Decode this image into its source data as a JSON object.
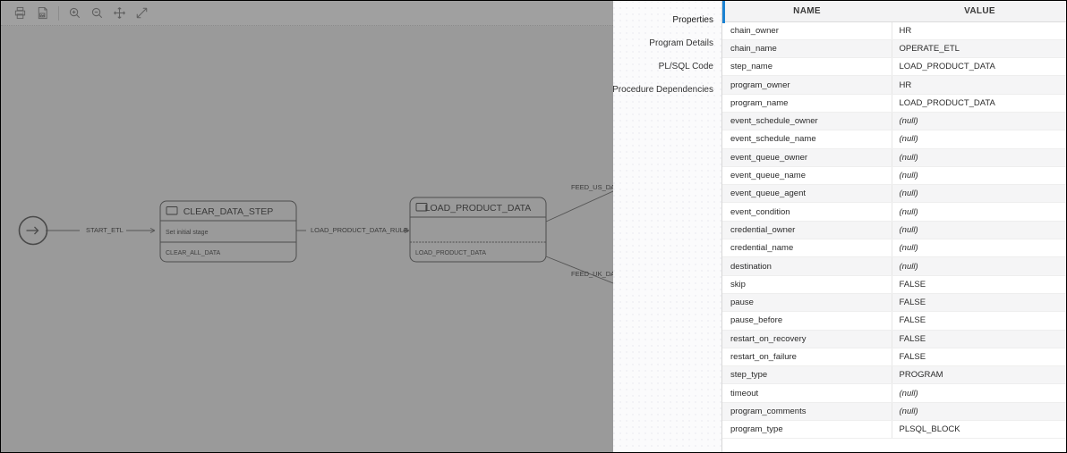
{
  "toolbar": {
    "buttons": [
      {
        "name": "print-icon",
        "label": "Print"
      },
      {
        "name": "save-image-icon",
        "label": "Save as Image"
      },
      {
        "name": "zoom-in-icon",
        "label": "Zoom In"
      },
      {
        "name": "zoom-out-icon",
        "label": "Zoom Out"
      },
      {
        "name": "pan-icon",
        "label": "Pan"
      },
      {
        "name": "fit-screen-icon",
        "label": "Fit to Screen"
      }
    ]
  },
  "diagram": {
    "start_node": {
      "label": ""
    },
    "nodes": [
      {
        "title": "CLEAR_DATA_STEP",
        "row1": "Set initial stage",
        "row2": "CLEAR_ALL_DATA"
      },
      {
        "title": "LOAD_PRODUCT_DATA",
        "row1": "",
        "row2": "LOAD_PRODUCT_DATA"
      }
    ],
    "edges": [
      {
        "label": "START_ETL"
      },
      {
        "label": "LOAD_PRODUCT_DATA_RULE"
      },
      {
        "label": "FEED_US_DA"
      },
      {
        "label": "FEED_UK_DA"
      }
    ]
  },
  "tabs": {
    "active": "Properties",
    "items": [
      {
        "label": "Properties"
      },
      {
        "label": "Program Details"
      },
      {
        "label": "PL/SQL Code"
      },
      {
        "label": "Procedure Dependencies"
      }
    ]
  },
  "properties_table": {
    "columns": [
      "NAME",
      "VALUE"
    ],
    "rows": [
      {
        "name": "chain_owner",
        "value": "HR",
        "is_null": false
      },
      {
        "name": "chain_name",
        "value": "OPERATE_ETL",
        "is_null": false
      },
      {
        "name": "step_name",
        "value": "LOAD_PRODUCT_DATA",
        "is_null": false
      },
      {
        "name": "program_owner",
        "value": "HR",
        "is_null": false
      },
      {
        "name": "program_name",
        "value": "LOAD_PRODUCT_DATA",
        "is_null": false
      },
      {
        "name": "event_schedule_owner",
        "value": "(null)",
        "is_null": true
      },
      {
        "name": "event_schedule_name",
        "value": "(null)",
        "is_null": true
      },
      {
        "name": "event_queue_owner",
        "value": "(null)",
        "is_null": true
      },
      {
        "name": "event_queue_name",
        "value": "(null)",
        "is_null": true
      },
      {
        "name": "event_queue_agent",
        "value": "(null)",
        "is_null": true
      },
      {
        "name": "event_condition",
        "value": "(null)",
        "is_null": true
      },
      {
        "name": "credential_owner",
        "value": "(null)",
        "is_null": true
      },
      {
        "name": "credential_name",
        "value": "(null)",
        "is_null": true
      },
      {
        "name": "destination",
        "value": "(null)",
        "is_null": true
      },
      {
        "name": "skip",
        "value": "FALSE",
        "is_null": false
      },
      {
        "name": "pause",
        "value": "FALSE",
        "is_null": false
      },
      {
        "name": "pause_before",
        "value": "FALSE",
        "is_null": false
      },
      {
        "name": "restart_on_recovery",
        "value": "FALSE",
        "is_null": false
      },
      {
        "name": "restart_on_failure",
        "value": "FALSE",
        "is_null": false
      },
      {
        "name": "step_type",
        "value": "PROGRAM",
        "is_null": false
      },
      {
        "name": "timeout",
        "value": "(null)",
        "is_null": true
      },
      {
        "name": "program_comments",
        "value": "(null)",
        "is_null": true
      },
      {
        "name": "program_type",
        "value": "PLSQL_BLOCK",
        "is_null": false
      }
    ]
  },
  "colors": {
    "accent": "#1b82d2",
    "canvas": "#9a9a9a",
    "toolbar": "#a0a0a0",
    "row_alt": "#f5f5f6",
    "null_text": "#9a9a9a"
  }
}
